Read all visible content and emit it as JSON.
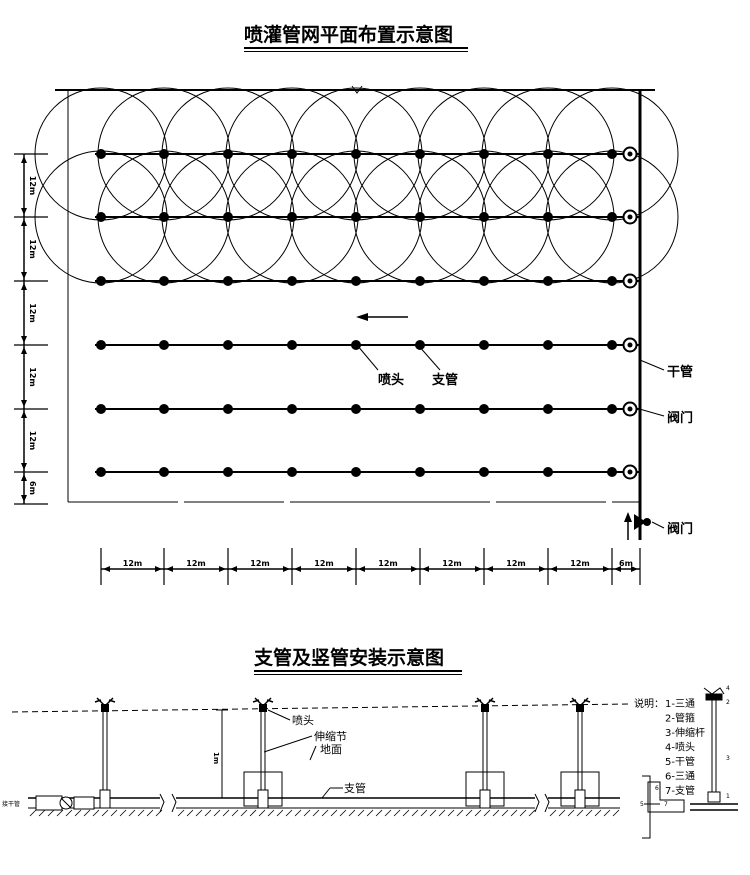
{
  "plan": {
    "title": "喷灌管网平面布置示意图",
    "labels": {
      "sprinkler": "喷头",
      "branch_pipe": "支管",
      "main_pipe": "干管",
      "valve": "阀门",
      "inlet_valve": "阀门"
    },
    "horizontal_dims": [
      "12m",
      "12m",
      "12m",
      "12m",
      "12m",
      "12m",
      "12m",
      "12m",
      "6m"
    ],
    "vertical_dims": [
      "12m",
      "12m",
      "12m",
      "12m",
      "12m",
      "6m"
    ]
  },
  "install": {
    "title": "支管及竖管安装示意图",
    "labels": {
      "sprinkler": "喷头",
      "expansion_joint": "伸缩节",
      "ground": "地面",
      "branch_pipe": "支管",
      "riser_height": "1m",
      "main_pipe_tag": "接干管"
    },
    "legend_title": "说明：",
    "legend_items": [
      "1-三通",
      "2-管箍",
      "3-伸缩杆",
      "4-喷头",
      "5-干管",
      "6-三通",
      "7-支管"
    ],
    "detail_numbers": [
      "4",
      "2",
      "3",
      "1",
      "6",
      "7",
      "5"
    ]
  }
}
